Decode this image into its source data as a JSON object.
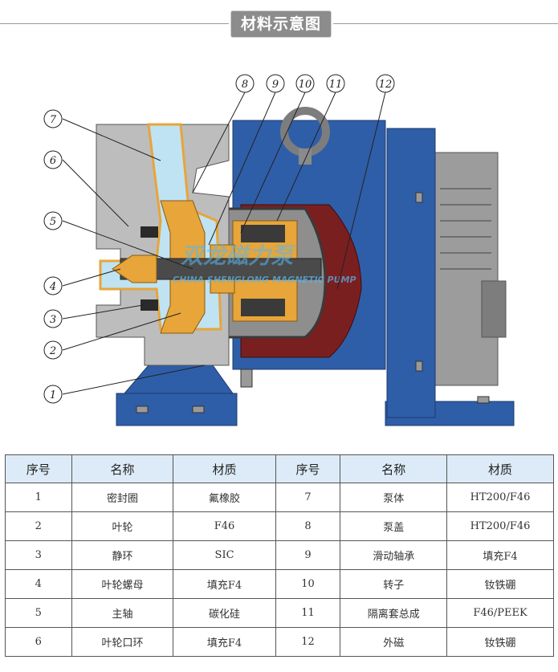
{
  "title": "材料示意图",
  "watermark": {
    "main": "双龙磁力泵",
    "sub": "CHINA SHENGLONG MAGNETIC PUMP"
  },
  "callouts": [
    "1",
    "2",
    "3",
    "4",
    "5",
    "6",
    "7",
    "8",
    "9",
    "10",
    "11",
    "12"
  ],
  "table": {
    "headers": [
      "序号",
      "名称",
      "材质",
      "序号",
      "名称",
      "材质"
    ],
    "rows": [
      [
        "1",
        "密封圈",
        "氟橡胶",
        "7",
        "泵体",
        "HT200/F46"
      ],
      [
        "2",
        "叶轮",
        "F46",
        "8",
        "泵盖",
        "HT200/F46"
      ],
      [
        "3",
        "静环",
        "SIC",
        "9",
        "滑动轴承",
        "填充F4"
      ],
      [
        "4",
        "叶轮螺母",
        "填充F4",
        "10",
        "转子",
        "钕铁硼"
      ],
      [
        "5",
        "主轴",
        "碳化硅",
        "11",
        "隔离套总成",
        "F46/PEEK"
      ],
      [
        "6",
        "叶轮口环",
        "填充F4",
        "12",
        "外磁",
        "钕铁硼"
      ]
    ]
  },
  "colors": {
    "pump_blue": "#2f5ea8",
    "lining_orange": "#e7a53a",
    "body_gray": "#bdbdbd",
    "magnet_red": "#7a1f1f",
    "fluid_blue": "#bfe3f2",
    "header_bg": "#dcebf7"
  }
}
